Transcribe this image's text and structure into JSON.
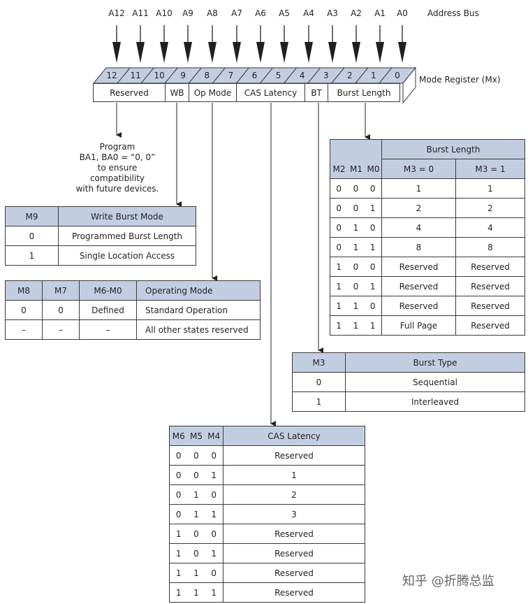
{
  "address_bus": {
    "label": "Address Bus",
    "lines": [
      "A12",
      "A11",
      "A10",
      "A9",
      "A8",
      "A7",
      "A6",
      "A5",
      "A4",
      "A3",
      "A2",
      "A1",
      "A0"
    ]
  },
  "mode_register": {
    "label": "Mode Register (Mx)",
    "bits": [
      "12",
      "11",
      "10",
      "9",
      "8",
      "7",
      "6",
      "5",
      "4",
      "3",
      "2",
      "1",
      "0"
    ],
    "fields": [
      "Reserved",
      "WB",
      "Op Mode",
      "CAS Latency",
      "BT",
      "Burst Length"
    ]
  },
  "program_note": {
    "lines": [
      "Program",
      "BA1, BA0 = “0, 0”",
      "to ensure compatibility",
      "with future devices."
    ]
  },
  "write_burst_table": {
    "headers": [
      "M9",
      "Write Burst Mode"
    ],
    "rows": [
      [
        "0",
        "Programmed Burst Length"
      ],
      [
        "1",
        "Single Location Access"
      ]
    ]
  },
  "op_mode_table": {
    "headers": [
      "M8",
      "M7",
      "M6-M0",
      "Operating Mode"
    ],
    "rows": [
      [
        "0",
        "0",
        "Defined",
        "Standard Operation"
      ],
      [
        "–",
        "–",
        "–",
        "All other states reserved"
      ]
    ]
  },
  "burst_length_table": {
    "group_header": "Burst Length",
    "headers": [
      "M2",
      "M1",
      "M0",
      "M3 = 0",
      "M3 = 1"
    ],
    "rows": [
      [
        "0",
        "0",
        "0",
        "1",
        "1"
      ],
      [
        "0",
        "0",
        "1",
        "2",
        "2"
      ],
      [
        "0",
        "1",
        "0",
        "4",
        "4"
      ],
      [
        "0",
        "1",
        "1",
        "8",
        "8"
      ],
      [
        "1",
        "0",
        "0",
        "Reserved",
        "Reserved"
      ],
      [
        "1",
        "0",
        "1",
        "Reserved",
        "Reserved"
      ],
      [
        "1",
        "1",
        "0",
        "Reserved",
        "Reserved"
      ],
      [
        "1",
        "1",
        "1",
        "Full Page",
        "Reserved"
      ]
    ]
  },
  "burst_type_table": {
    "headers": [
      "M3",
      "Burst Type"
    ],
    "rows": [
      [
        "0",
        "Sequential"
      ],
      [
        "1",
        "Interleaved"
      ]
    ]
  },
  "cas_latency_table": {
    "headers": [
      "M6",
      "M5",
      "M4",
      "CAS Latency"
    ],
    "rows": [
      [
        "0",
        "0",
        "0",
        "Reserved"
      ],
      [
        "0",
        "0",
        "1",
        "1"
      ],
      [
        "0",
        "1",
        "0",
        "2"
      ],
      [
        "0",
        "1",
        "1",
        "3"
      ],
      [
        "1",
        "0",
        "0",
        "Reserved"
      ],
      [
        "1",
        "0",
        "1",
        "Reserved"
      ],
      [
        "1",
        "1",
        "0",
        "Reserved"
      ],
      [
        "1",
        "1",
        "1",
        "Reserved"
      ]
    ]
  },
  "watermark": "知乎 @折腾总监",
  "colors": {
    "header_fill": "#c3cde2",
    "line": "#231f20"
  }
}
